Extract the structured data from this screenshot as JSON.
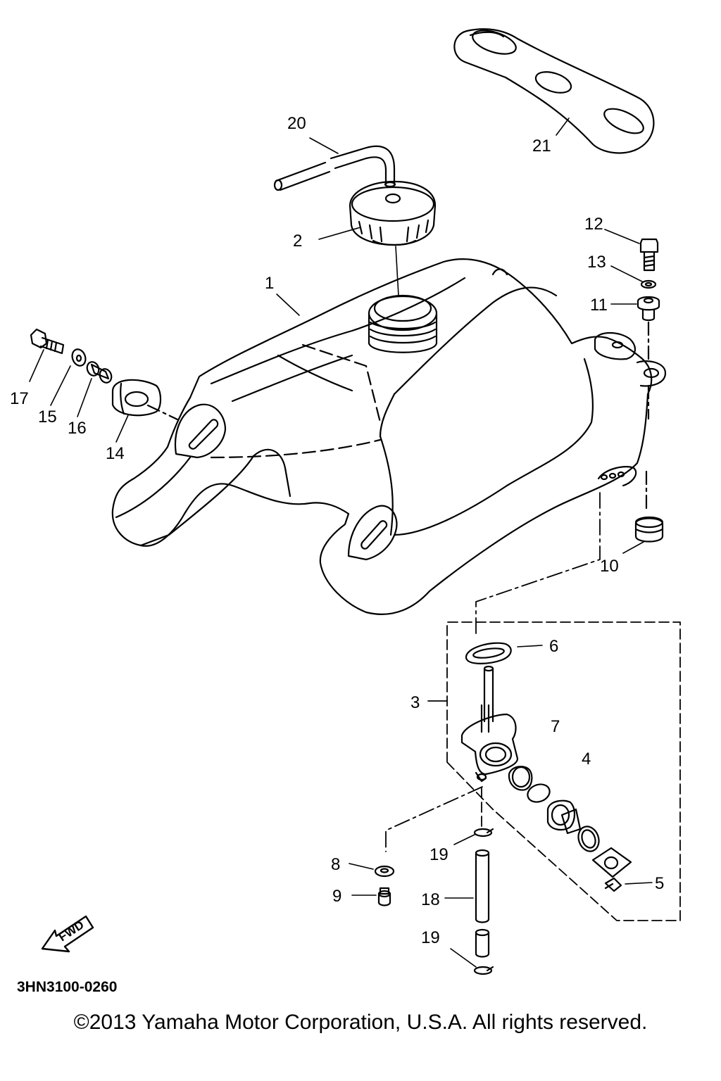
{
  "diagram": {
    "drawing_code": "3HN3100-0260",
    "forward_marker": "FWD",
    "copyright": "©2013 Yamaha Motor Corporation, U.S.A. All rights reserved.",
    "colors": {
      "ink": "#000000",
      "paper": "#ffffff"
    },
    "callouts": {
      "c1": "1",
      "c2": "2",
      "c3": "3",
      "c4": "4",
      "c5": "5",
      "c6": "6",
      "c7": "7",
      "c8": "8",
      "c9": "9",
      "c10": "10",
      "c11": "11",
      "c12": "12",
      "c13": "13",
      "c14": "14",
      "c15": "15",
      "c16": "16",
      "c17": "17",
      "c18": "18",
      "c19a": "19",
      "c19b": "19",
      "c20": "20",
      "c21": "21"
    }
  }
}
